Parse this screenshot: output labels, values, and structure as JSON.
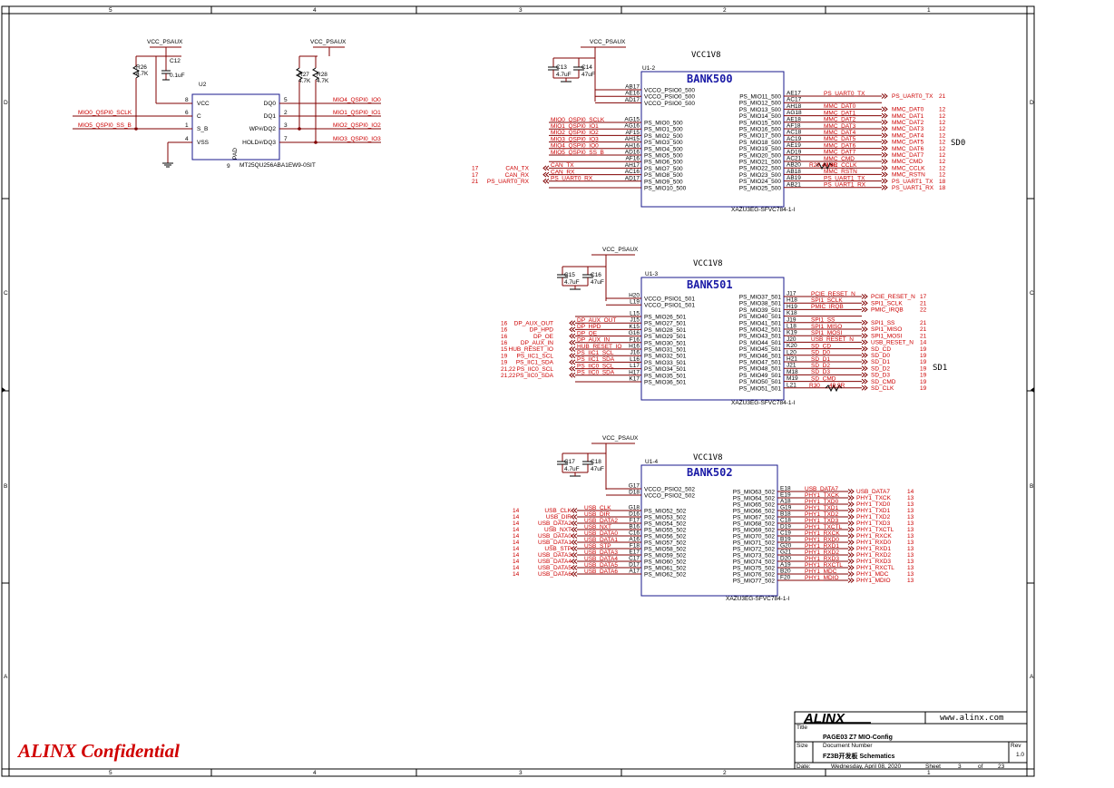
{
  "sheet_labels": {
    "columns": [
      "5",
      "4",
      "3",
      "2",
      "1"
    ],
    "rows": [
      "D",
      "C",
      "B",
      "A"
    ]
  },
  "confidential": "ALINX Confidential",
  "title_block": {
    "logo": "ALINX",
    "website": "www.alinx.com",
    "title_label": "Title",
    "title": "PAGE03 Z7 MIO-Config",
    "size_label": "Size",
    "doc_label": "Document Number",
    "doc": "FZ3B开发板 Schematics",
    "rev_label": "Rev",
    "rev": "1.0",
    "date_label": "Date:",
    "date": "Wednesday, April 08, 2020",
    "sheet_label": "Sheet",
    "sheet": "3",
    "of_label": "of",
    "of": "23"
  },
  "flash": {
    "ref": "U2",
    "part": "MT25QU256ABA1EW9-0SIT",
    "power1": "VCC_PSAUX",
    "power2": "VCC_PSAUX",
    "r26": "R26",
    "r26v": "4.7K",
    "c12": "C12",
    "c12v": "0.1uF",
    "r27": "R27",
    "r27v": "4.7K",
    "r28": "R28",
    "r28v": "4.7K",
    "left_pins": [
      {
        "num": "8",
        "name": "VCC"
      },
      {
        "num": "6",
        "name": "C"
      },
      {
        "num": "1",
        "name": "S_B"
      },
      {
        "num": "4",
        "name": "VSS"
      }
    ],
    "right_pins": [
      {
        "num": "5",
        "name": "DQ0",
        "net": "MIO4_QSPI0_IO0"
      },
      {
        "num": "2",
        "name": "DQ1",
        "net": "MIO1_QSPI0_IO1"
      },
      {
        "num": "3",
        "name": "WP#/DQ2",
        "net": "MIO2_QSPI0_IO2"
      },
      {
        "num": "7",
        "name": "HOLD#/DQ3",
        "net": "MIO3_QSPI0_IO3"
      }
    ],
    "pad": "PAD",
    "pad_num": "9",
    "left_nets": [
      "MIO0_QSPI0_SCLK",
      "MIO5_QSPI0_SS_B"
    ]
  },
  "bank500": {
    "title": "BANK500",
    "supply": "VCC1V8",
    "ref": "U1-2",
    "part": "XAZU3EG-SFVC784-1-I",
    "power": "VCC_PSAUX",
    "c13": "C13",
    "c13v": "4.7uF",
    "c14": "C14",
    "c14v": "47uF",
    "sd_label": "SD0",
    "vcco": [
      {
        "pin": "AB17",
        "name": "VCCO_PSIO0_500"
      },
      {
        "pin": "AE16",
        "name": "VCCO_PSIO0_500"
      },
      {
        "pin": "AD17",
        "name": "VCCO_PSIO0_500"
      }
    ],
    "left": [
      {
        "pin": "AG15",
        "name": "PS_MIO0_500",
        "net": "MIO0_QSPI0_SCLK"
      },
      {
        "pin": "AG16",
        "name": "PS_MIO1_500",
        "net": "MIO1_QSPI0_IO1"
      },
      {
        "pin": "AF15",
        "name": "PS_MIO2_500",
        "net": "MIO2_QSPI0_IO2"
      },
      {
        "pin": "AH15",
        "name": "PS_MIO3_500",
        "net": "MIO3_QSPI0_IO3"
      },
      {
        "pin": "AH16",
        "name": "PS_MIO4_500",
        "net": "MIO4_QSPI0_IO0"
      },
      {
        "pin": "AD16",
        "name": "PS_MIO5_500",
        "net": "MIO5_QSPI0_SS_B"
      },
      {
        "pin": "AF16",
        "name": "PS_MIO6_500",
        "net": ""
      },
      {
        "pin": "AH17",
        "name": "PS_MIO7_500",
        "net": "CAN_TX",
        "port": "CAN_TX",
        "page": "17"
      },
      {
        "pin": "AC16",
        "name": "PS_MIO8_500",
        "net": "CAN_RX",
        "port": "CAN_RX",
        "page": "17"
      },
      {
        "pin": "AD17",
        "name": "PS_MIO9_500",
        "net": "PS_UART0_RX",
        "port": "PS_UART0_RX",
        "page": "21"
      },
      {
        "pin": "",
        "name": "PS_MIO10_500",
        "net": ""
      }
    ],
    "right": [
      {
        "pin": "AE17",
        "name": "PS_MIO11_500",
        "net": "PS_UART0_TX",
        "port": "PS_UART0_TX",
        "page": "21"
      },
      {
        "pin": "AC17",
        "name": "PS_MIO12_500",
        "net": "",
        "port": "",
        "page": ""
      },
      {
        "pin": "AH18",
        "name": "PS_MIO13_500",
        "net": "MMC_DAT0",
        "port": "MMC_DAT0",
        "page": "12"
      },
      {
        "pin": "AG18",
        "name": "PS_MIO14_500",
        "net": "MMC_DAT1",
        "port": "MMC_DAT1",
        "page": "12"
      },
      {
        "pin": "AE18",
        "name": "PS_MIO15_500",
        "net": "MMC_DAT2",
        "port": "MMC_DAT2",
        "page": "12"
      },
      {
        "pin": "AF18",
        "name": "PS_MIO16_500",
        "net": "MMC_DAT3",
        "port": "MMC_DAT3",
        "page": "12"
      },
      {
        "pin": "AC18",
        "name": "PS_MIO17_500",
        "net": "MMC_DAT4",
        "port": "MMC_DAT4",
        "page": "12"
      },
      {
        "pin": "AC19",
        "name": "PS_MIO18_500",
        "net": "MMC_DAT5",
        "port": "MMC_DAT5",
        "page": "12"
      },
      {
        "pin": "AE19",
        "name": "PS_MIO19_500",
        "net": "MMC_DAT6",
        "port": "MMC_DAT6",
        "page": "12"
      },
      {
        "pin": "AD19",
        "name": "PS_MIO20_500",
        "net": "MMC_DAT7",
        "port": "MMC_DAT7",
        "page": "12"
      },
      {
        "pin": "AC21",
        "name": "PS_MIO21_500",
        "net": "MMC_CMD",
        "port": "MMC_CMD",
        "page": "12"
      },
      {
        "pin": "AB20",
        "name": "PS_MIO22_500",
        "net": "MMC_CCLK",
        "port": "MMC_CCLK",
        "page": "12"
      },
      {
        "pin": "AB18",
        "name": "PS_MIO23_500",
        "net": "MMC_RSTN",
        "port": "MMC_RSTN",
        "page": "12"
      },
      {
        "pin": "AB19",
        "name": "PS_MIO24_500",
        "net": "PS_UART1_TX",
        "port": "PS_UART1_TX",
        "page": "18"
      },
      {
        "pin": "AB21",
        "name": "PS_MIO25_500",
        "net": "PS_UART1_RX",
        "port": "PS_UART1_RX",
        "page": "18"
      }
    ],
    "rser": "R29",
    "rserv": "49.9R"
  },
  "bank501": {
    "title": "BANK501",
    "supply": "VCC1V8",
    "ref": "U1-3",
    "part": "XAZU3EG-SFVC784-1-I",
    "power": "VCC_PSAUX",
    "c15": "C15",
    "c15v": "4.7uF",
    "c16": "C16",
    "c16v": "47uF",
    "sd_label": "SD1",
    "vcco": [
      {
        "pin": "H20",
        "name": "VCCO_PSIO1_501"
      },
      {
        "pin": "L19",
        "name": "VCCO_PSIO1_501"
      }
    ],
    "left": [
      {
        "pin": "L15",
        "name": "PS_MIO26_501",
        "net": "",
        "port": "",
        "page": ""
      },
      {
        "pin": "J15",
        "name": "PS_MIO27_501",
        "net": "DP_AUX_OUT",
        "port": "DP_AUX_OUT",
        "page": "16"
      },
      {
        "pin": "K15",
        "name": "PS_MIO28_501",
        "net": "DP_HPD",
        "port": "DP_HPD",
        "page": "16"
      },
      {
        "pin": "G16",
        "name": "PS_MIO29_501",
        "net": "DP_OE",
        "port": "DP_OE",
        "page": "16"
      },
      {
        "pin": "F16",
        "name": "PS_MIO30_501",
        "net": "DP_AUX_IN",
        "port": "DP_AUX_IN",
        "page": "16"
      },
      {
        "pin": "H16",
        "name": "PS_MIO31_501",
        "net": "HUB_RESET_IO",
        "port": "HUB_RESET_IO",
        "page": "15"
      },
      {
        "pin": "J16",
        "name": "PS_MIO32_501",
        "net": "PS_IIC1_SCL",
        "port": "PS_IIC1_SCL",
        "page": "19"
      },
      {
        "pin": "L16",
        "name": "PS_MIO33_501",
        "net": "PS_IIC1_SDA",
        "port": "PS_IIC1_SDA",
        "page": "19"
      },
      {
        "pin": "L17",
        "name": "PS_MIO34_501",
        "net": "PS_IIC0_SCL",
        "port": "PS_IIC0_SCL",
        "page": "21,22"
      },
      {
        "pin": "H17",
        "name": "PS_MIO35_501",
        "net": "PS_IIC0_SDA",
        "port": "PS_IIC0_SDA",
        "page": "21,22"
      },
      {
        "pin": "K17",
        "name": "PS_MIO36_501",
        "net": "",
        "port": "",
        "page": ""
      }
    ],
    "right": [
      {
        "pin": "J17",
        "name": "PS_MIO37_501",
        "net": "PCIE_RESET_N",
        "port": "PCIE_RESET_N",
        "page": "17"
      },
      {
        "pin": "H18",
        "name": "PS_MIO38_501",
        "net": "SPI1_SCLK",
        "port": "SPI1_SCLK",
        "page": "21"
      },
      {
        "pin": "H19",
        "name": "PS_MIO39_501",
        "net": "PMIC_IRQB",
        "port": "PMIC_IRQB",
        "page": "22"
      },
      {
        "pin": "K18",
        "name": "PS_MIO40_501",
        "net": "",
        "port": "",
        "page": ""
      },
      {
        "pin": "J19",
        "name": "PS_MIO41_501",
        "net": "SPI1_SS",
        "port": "SPI1_SS",
        "page": "21"
      },
      {
        "pin": "L18",
        "name": "PS_MIO42_501",
        "net": "SPI1_MISO",
        "port": "SPI1_MISO",
        "page": "21"
      },
      {
        "pin": "K19",
        "name": "PS_MIO43_501",
        "net": "SPI1_MOSI",
        "port": "SPI1_MOSI",
        "page": "21"
      },
      {
        "pin": "J20",
        "name": "PS_MIO44_501",
        "net": "USB_RESET_N",
        "port": "USB_RESET_N",
        "page": "14"
      },
      {
        "pin": "K20",
        "name": "PS_MIO45_501",
        "net": "SD_CD",
        "port": "SD_CD",
        "page": "19"
      },
      {
        "pin": "L20",
        "name": "PS_MIO46_501",
        "net": "SD_D0",
        "port": "SD_D0",
        "page": "19"
      },
      {
        "pin": "H21",
        "name": "PS_MIO47_501",
        "net": "SD_D1",
        "port": "SD_D1",
        "page": "19"
      },
      {
        "pin": "J21",
        "name": "PS_MIO48_501",
        "net": "SD_D2",
        "port": "SD_D2",
        "page": "19"
      },
      {
        "pin": "M18",
        "name": "PS_MIO49_501",
        "net": "SD_D3",
        "port": "SD_D3",
        "page": "19"
      },
      {
        "pin": "M19",
        "name": "PS_MIO50_501",
        "net": "SD_CMD",
        "port": "SD_CMD",
        "page": "19"
      },
      {
        "pin": "L21",
        "name": "PS_MIO51_501",
        "net": "",
        "port": "SD_CLK",
        "page": "19"
      }
    ],
    "rser": "R30",
    "rserv": "49.9R"
  },
  "bank502": {
    "title": "BANK502",
    "supply": "VCC1V8",
    "ref": "U1-4",
    "part": "XAZU3EG-SFVC784-1-I",
    "power": "VCC_PSAUX",
    "c17": "C17",
    "c17v": "4.7uF",
    "c18": "C18",
    "c18v": "47uF",
    "vcco": [
      {
        "pin": "G17",
        "name": "VCCO_PSIO2_502"
      },
      {
        "pin": "D18",
        "name": "VCCO_PSIO2_502"
      }
    ],
    "left": [
      {
        "pin": "G18",
        "name": "PS_MIO52_502",
        "net": "USB_CLK",
        "port": "USB_CLK",
        "page": "14"
      },
      {
        "pin": "D16",
        "name": "PS_MIO53_502",
        "net": "USB_DIR",
        "port": "USB_DIR",
        "page": "14"
      },
      {
        "pin": "F17",
        "name": "PS_MIO54_502",
        "net": "USB_DATA2",
        "port": "USB_DATA2",
        "page": "14"
      },
      {
        "pin": "B16",
        "name": "PS_MIO55_502",
        "net": "USB_NXT",
        "port": "USB_NXT",
        "page": "14"
      },
      {
        "pin": "C16",
        "name": "PS_MIO56_502",
        "net": "USB_DATA0",
        "port": "USB_DATA0",
        "page": "14"
      },
      {
        "pin": "A16",
        "name": "PS_MIO57_502",
        "net": "USB_DATA1",
        "port": "USB_DATA1",
        "page": "14"
      },
      {
        "pin": "F18",
        "name": "PS_MIO58_502",
        "net": "USB_STP",
        "port": "USB_STP",
        "page": "14"
      },
      {
        "pin": "E17",
        "name": "PS_MIO59_502",
        "net": "USB_DATA3",
        "port": "USB_DATA3",
        "page": "14"
      },
      {
        "pin": "C17",
        "name": "PS_MIO60_502",
        "net": "USB_DATA4",
        "port": "USB_DATA4",
        "page": "14"
      },
      {
        "pin": "D17",
        "name": "PS_MIO61_502",
        "net": "USB_DATA5",
        "port": "USB_DATA5",
        "page": "14"
      },
      {
        "pin": "A17",
        "name": "PS_MIO62_502",
        "net": "USB_DATA6",
        "port": "USB_DATA6",
        "page": "14"
      }
    ],
    "right": [
      {
        "pin": "E18",
        "name": "PS_MIO63_502",
        "net": "USB_DATA7",
        "port": "USB_DATA7",
        "page": "14"
      },
      {
        "pin": "E19",
        "name": "PS_MIO64_502",
        "net": "PHY1_TXCK",
        "port": "PHY1_TXCK",
        "page": "13"
      },
      {
        "pin": "A18",
        "name": "PS_MIO65_502",
        "net": "PHY1_TXD0",
        "port": "PHY1_TXD0",
        "page": "13"
      },
      {
        "pin": "G19",
        "name": "PS_MIO66_502",
        "net": "PHY1_TXD1",
        "port": "PHY1_TXD1",
        "page": "13"
      },
      {
        "pin": "B18",
        "name": "PS_MIO67_502",
        "net": "PHY1_TXD2",
        "port": "PHY1_TXD2",
        "page": "13"
      },
      {
        "pin": "C18",
        "name": "PS_MIO68_502",
        "net": "PHY1_TXD3",
        "port": "PHY1_TXD3",
        "page": "13"
      },
      {
        "pin": "D19",
        "name": "PS_MIO69_502",
        "net": "PHY1_TXCTL",
        "port": "PHY1_TXCTL",
        "page": "13"
      },
      {
        "pin": "C19",
        "name": "PS_MIO70_502",
        "net": "PHY1_RXCK",
        "port": "PHY1_RXCK",
        "page": "13"
      },
      {
        "pin": "B19",
        "name": "PS_MIO71_502",
        "net": "PHY1_RXD0",
        "port": "PHY1_RXD0",
        "page": "13"
      },
      {
        "pin": "G20",
        "name": "PS_MIO72_502",
        "net": "PHY1_RXD1",
        "port": "PHY1_RXD1",
        "page": "13"
      },
      {
        "pin": "G21",
        "name": "PS_MIO73_502",
        "net": "PHY1_RXD2",
        "port": "PHY1_RXD2",
        "page": "13"
      },
      {
        "pin": "D20",
        "name": "PS_MIO74_502",
        "net": "PHY1_RXD3",
        "port": "PHY1_RXD3",
        "page": "13"
      },
      {
        "pin": "A19",
        "name": "PS_MIO75_502",
        "net": "PHY1_RXCTL",
        "port": "PHY1_RXCTL",
        "page": "13"
      },
      {
        "pin": "B20",
        "name": "PS_MIO76_502",
        "net": "PHY1_MDC",
        "port": "PHY1_MDC",
        "page": "13"
      },
      {
        "pin": "F20",
        "name": "PS_MIO77_502",
        "net": "PHY1_MDIO",
        "port": "PHY1_MDIO",
        "page": "13"
      }
    ]
  }
}
